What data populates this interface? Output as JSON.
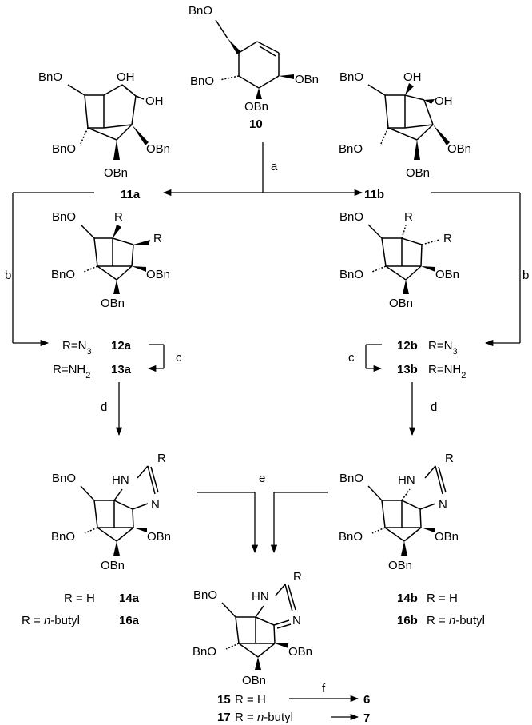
{
  "substituents": {
    "obn": "OBn",
    "bno": "BnO",
    "oh": "OH",
    "r": "R",
    "hn": "HN",
    "n": "N"
  },
  "compounds": {
    "c10": "10",
    "c11a": "11a",
    "c11b": "11b",
    "c12a": "12a",
    "c12b": "12b",
    "c13a": "13a",
    "c13b": "13b",
    "c14a": "14a",
    "c14b": "14b",
    "c15": "15",
    "c16a": "16a",
    "c16b": "16b",
    "c17": "17",
    "c6": "6",
    "c7": "7"
  },
  "steps": {
    "a": "a",
    "b": "b",
    "c": "c",
    "d": "d",
    "e": "e",
    "f": "f"
  },
  "r_definitions": {
    "r_prefix": "R",
    "equals": " = ",
    "h": "H",
    "n_italic": "n",
    "butyl": "-butyl",
    "azide_r": "R=N",
    "amine_r": "R=NH",
    "sub3": "3",
    "sub2": "2"
  }
}
